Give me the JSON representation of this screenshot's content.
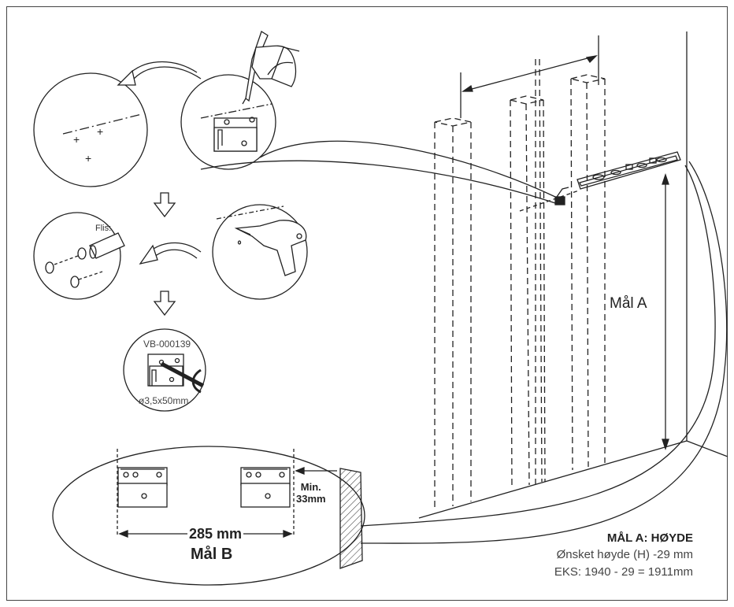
{
  "labels": {
    "flis": "Flis:",
    "product_code": "VB-000139",
    "screw_size": "ø3,5x50mm",
    "mal_a": "Mål A",
    "width_value": "285 mm",
    "mal_b": "Mål B",
    "min_line1": "Min.",
    "min_line2": "33mm"
  },
  "note": {
    "title": "MÅL A: HØYDE",
    "line1": "Ønsket høyde (H) -29 mm",
    "line2": "EKS: 1940 - 29 = 1911mm"
  },
  "icons": [
    "hand-pencil-icon",
    "drill-icon",
    "wall-plug-icon",
    "screwdriver-icon",
    "spirit-level-icon",
    "bracket-icon",
    "down-arrow-icon",
    "curved-arrow-icon"
  ]
}
